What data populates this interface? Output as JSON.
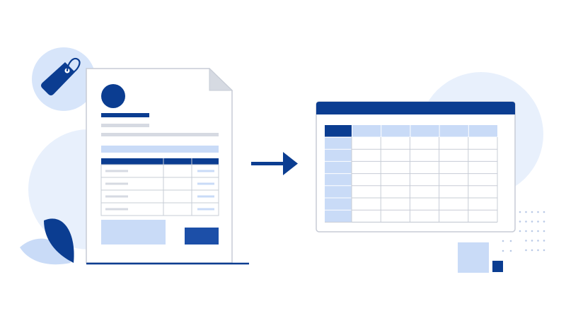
{
  "colors": {
    "primary": "#0b3d91",
    "primary_mid": "#1c4fa8",
    "light_blue": "#c9dbf7",
    "pale_blue": "#e6effc",
    "bg_circle": "#e8f0fc",
    "line_gray": "#c7ccd6",
    "text_gray": "#d6dae2",
    "dot_color": "#b9c9e6",
    "paper": "#ffffff"
  },
  "icons": {
    "tag": "price-tag-icon",
    "arrow": "arrow-right-icon",
    "document": "invoice-document-icon",
    "spreadsheet": "spreadsheet-grid-icon"
  },
  "document": {
    "table_rows": 4,
    "table_cols": 3
  },
  "spreadsheet": {
    "rows": 7,
    "cols": 6
  }
}
